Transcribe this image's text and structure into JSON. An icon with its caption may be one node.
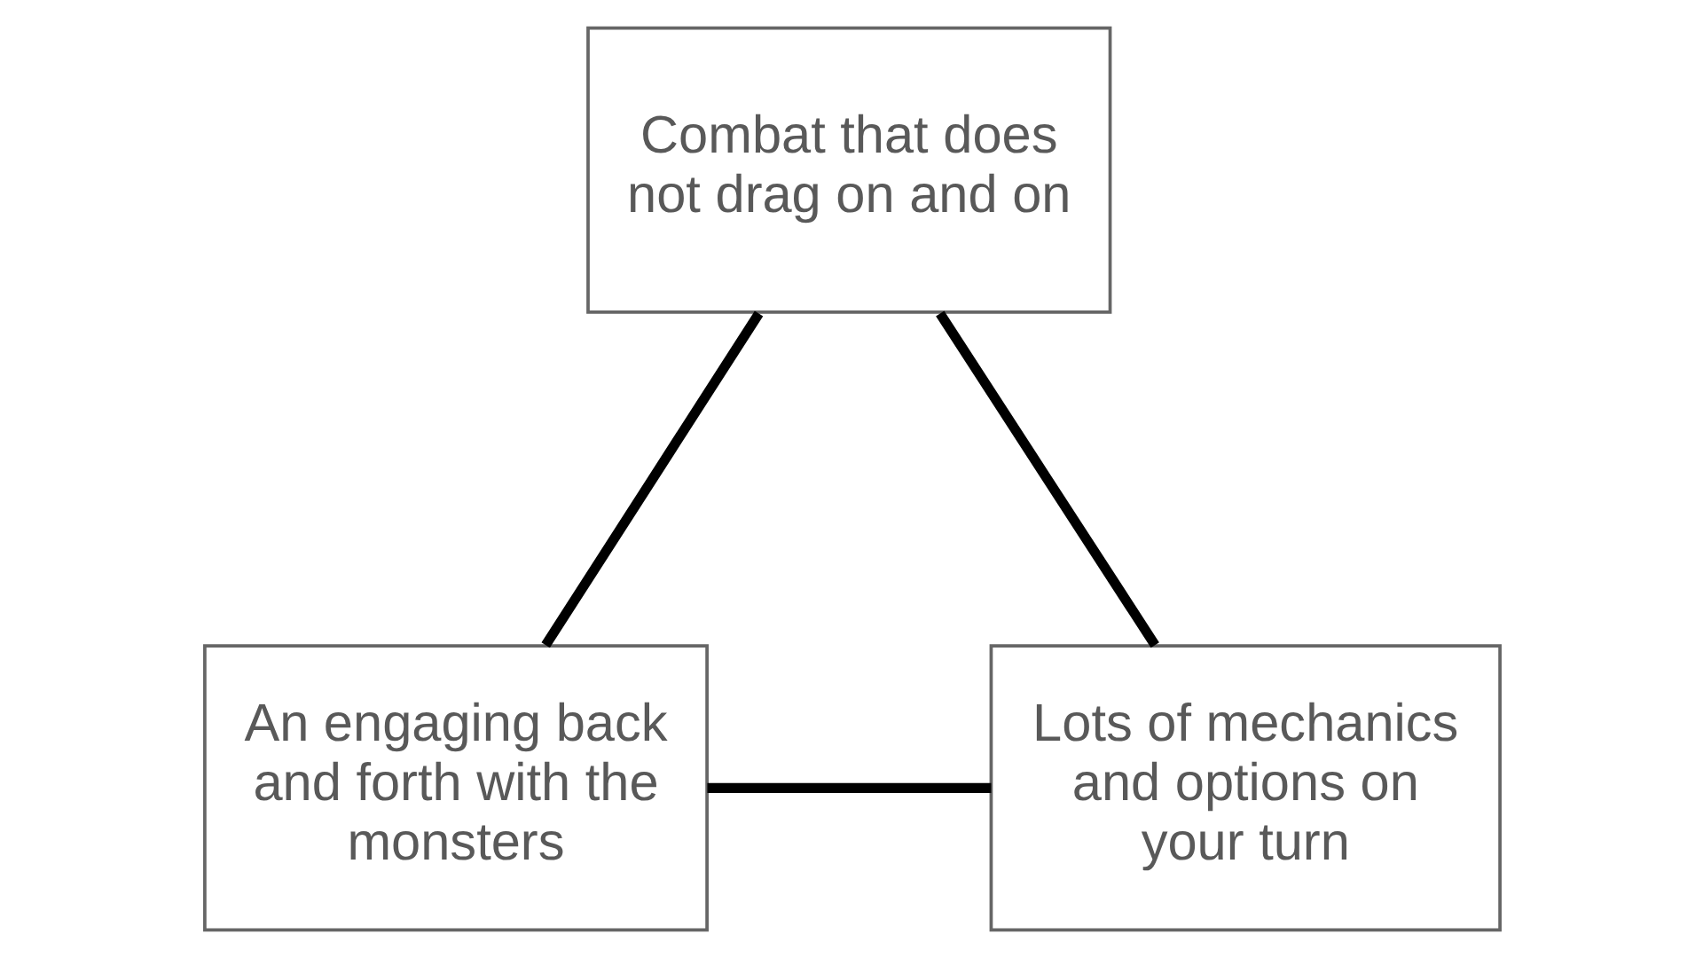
{
  "diagram": {
    "nodes": [
      {
        "text": [
          "Combat that does not drag on and on"
        ]
      },
      {
        "text": [
          "An engaging back and forth with the monsters"
        ]
      },
      {
        "text": [
          "Lots of mechanics and options on your turn"
        ]
      }
    ],
    "edges": [
      {
        "from": 0,
        "to": 1,
        "arrow": "none"
      },
      {
        "from": 0,
        "to": 2,
        "arrow": "none"
      },
      {
        "from": 1,
        "to": 2,
        "arrow": "none"
      }
    ]
  }
}
